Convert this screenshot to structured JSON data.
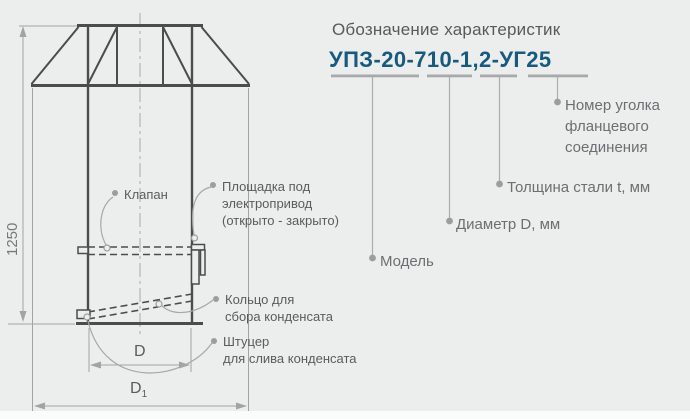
{
  "title": "Обозначение характеристик",
  "model_code": "УПЗ-20-710-1,2-УГ25",
  "callouts": {
    "model": "Модель",
    "diameter": "Диаметр D, мм",
    "thickness": "Толщина стали t, мм",
    "corner_lines": [
      "Номер уголка",
      "фланцевого",
      "соединения"
    ]
  },
  "drawing": {
    "labels": {
      "valve": "Клапан",
      "platform_lines": [
        "Площадка под",
        "электропривод",
        "(открыто - закрыто)"
      ],
      "ring_lines": [
        "Кольцо для",
        "сбора конденсата"
      ],
      "fitting_lines": [
        "Штуцер",
        "для слива конденсата"
      ]
    },
    "dimensions": {
      "height": "1250",
      "d_main": "D",
      "d1_main": "D",
      "d1_sub": "1"
    }
  },
  "colors": {
    "background": "#eceeed",
    "accent_blue": "#175a7d",
    "title_gray": "#58595b",
    "label_gray": "#6d6e71",
    "line_dark": "#4b4c4e",
    "line_gray": "#a1a3a5"
  }
}
